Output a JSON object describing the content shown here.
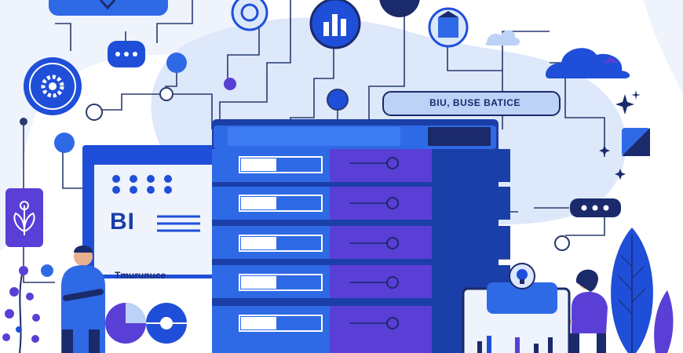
{
  "illustration": {
    "bi_label": "BI",
    "pill_label": "BIU, BUSE BATICE",
    "caption_label": "Tmurunuce"
  },
  "colors": {
    "primary": "#1f4fd8",
    "dark": "#1b2a6b",
    "light": "#dbe7fb",
    "accent": "#5a3fd6",
    "line": "#2a3a6e"
  },
  "icons": [
    "gear-icon",
    "chat-bubble-icon",
    "bar-chart-icon",
    "cloud-icon",
    "cube-icon",
    "lightbulb-icon",
    "sparkle-icon",
    "leaf-icon",
    "plant-icon",
    "flower-icon"
  ]
}
